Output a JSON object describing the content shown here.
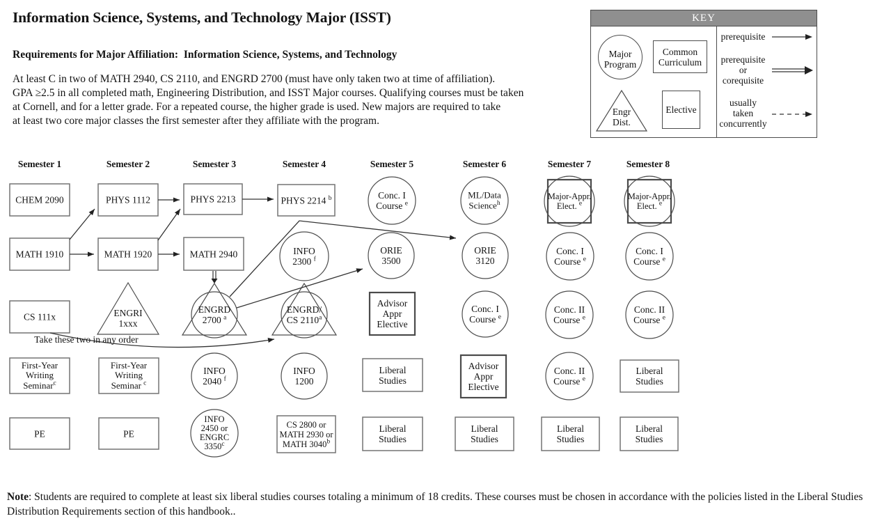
{
  "header": {
    "title": "Information Science, Systems, and Technology Major (ISST)",
    "subtitle": "Requirements for Major Affiliation:  Information Science, Systems, and Technology",
    "body": "At least C in two of MATH 2940, CS 2110, and ENGRD 2700 (must have only taken two at time of affiliation).\nGPA ≥2.5 in all completed math, Engineering Distribution, and ISST Major courses. Qualifying courses must be taken\nat Cornell, and for a letter grade. For a repeated course, the higher grade is used. New majors are required to take\nat least two core major classes the first semester after they affiliate with the program."
  },
  "key": {
    "title": "KEY",
    "shapes": [
      {
        "name": "major-program",
        "shape": "circle",
        "label": "Major\nProgram"
      },
      {
        "name": "common-curriculum",
        "shape": "rectangle",
        "label": "Common\nCurriculum"
      },
      {
        "name": "engineering-distribution",
        "shape": "triangle",
        "label": "Engr\nDist."
      },
      {
        "name": "elective",
        "shape": "square",
        "label": "Elective"
      }
    ],
    "arrows": [
      {
        "style": "solid",
        "label": "prerequisite"
      },
      {
        "style": "double",
        "label": "prerequisite\nor\ncorequisite"
      },
      {
        "style": "dashed",
        "label": "usually\ntaken\nconcurrently"
      }
    ]
  },
  "diagram": {
    "semesters": [
      "Semester 1",
      "Semester 2",
      "Semester 3",
      "Semester 4",
      "Semester 5",
      "Semester 6",
      "Semester 7",
      "Semester 8"
    ],
    "order_note": "Take these two in any order",
    "nodes": [
      {
        "id": "chem2090",
        "semester": 1,
        "shape": "rect",
        "lines": [
          "CHEM 2090"
        ]
      },
      {
        "id": "phys1112",
        "semester": 2,
        "shape": "rect",
        "lines": [
          "PHYS 1112"
        ]
      },
      {
        "id": "phys2213",
        "semester": 3,
        "shape": "rect",
        "lines": [
          "PHYS 2213"
        ]
      },
      {
        "id": "phys2214",
        "semester": 4,
        "shape": "rect",
        "lines": [
          "PHYS 2214 ^b"
        ]
      },
      {
        "id": "conc1_s5",
        "semester": 5,
        "shape": "circle",
        "lines": [
          "Conc. I",
          "Course ^e"
        ]
      },
      {
        "id": "mldata",
        "semester": 6,
        "shape": "circle",
        "lines": [
          "ML/Data",
          "Science^h"
        ]
      },
      {
        "id": "majorappr_s7",
        "semester": 7,
        "shape": "circle-square",
        "lines": [
          "Major-Appr.",
          "Elect. ^e"
        ]
      },
      {
        "id": "majorappr_s8",
        "semester": 8,
        "shape": "circle-square",
        "lines": [
          "Major-Appr.",
          "Elect. ^e"
        ]
      },
      {
        "id": "math1910",
        "semester": 1,
        "shape": "rect",
        "lines": [
          "MATH 1910"
        ]
      },
      {
        "id": "math1920",
        "semester": 2,
        "shape": "rect",
        "lines": [
          "MATH 1920"
        ]
      },
      {
        "id": "math2940",
        "semester": 3,
        "shape": "rect",
        "lines": [
          "MATH 2940"
        ]
      },
      {
        "id": "info2300",
        "semester": 4,
        "shape": "circle",
        "lines": [
          "INFO",
          "2300 ^f"
        ]
      },
      {
        "id": "orie3500",
        "semester": 5,
        "shape": "circle",
        "lines": [
          "ORIE",
          "3500"
        ]
      },
      {
        "id": "orie3120",
        "semester": 6,
        "shape": "circle",
        "lines": [
          "ORIE",
          "3120"
        ]
      },
      {
        "id": "conc1_s7",
        "semester": 7,
        "shape": "circle",
        "lines": [
          "Conc. I",
          "Course ^e"
        ]
      },
      {
        "id": "conc1_s8",
        "semester": 8,
        "shape": "circle",
        "lines": [
          "Conc. I",
          "Course ^e"
        ]
      },
      {
        "id": "cs111x",
        "semester": 1,
        "shape": "rect",
        "lines": [
          "CS 111x"
        ]
      },
      {
        "id": "engri1xxx",
        "semester": 2,
        "shape": "triangle",
        "lines": [
          "ENGRI",
          "1xxx"
        ]
      },
      {
        "id": "engrd2700",
        "semester": 3,
        "shape": "circle-triangle",
        "lines": [
          "ENGRD",
          "2700 ^a"
        ]
      },
      {
        "id": "engrdcs2110",
        "semester": 4,
        "shape": "circle-triangle",
        "lines": [
          "ENGRD/",
          "CS 2110^a"
        ]
      },
      {
        "id": "advisor_s5",
        "semester": 5,
        "shape": "rect-thick",
        "lines": [
          "Advisor",
          "Appr",
          "Elective"
        ]
      },
      {
        "id": "conc1_s6",
        "semester": 6,
        "shape": "circle",
        "lines": [
          "Conc. I",
          "Course ^e"
        ]
      },
      {
        "id": "conc2_s7a",
        "semester": 7,
        "shape": "circle",
        "lines": [
          "Conc. II",
          "Course ^e"
        ]
      },
      {
        "id": "conc2_s8",
        "semester": 8,
        "shape": "circle",
        "lines": [
          "Conc. II",
          "Course ^e"
        ]
      },
      {
        "id": "fyws1",
        "semester": 1,
        "shape": "rect",
        "lines": [
          "First-Year",
          "Writing",
          "Seminar^c"
        ]
      },
      {
        "id": "fyws2",
        "semester": 2,
        "shape": "rect",
        "lines": [
          "First-Year",
          "Writing",
          "Seminar ^c"
        ]
      },
      {
        "id": "info2040",
        "semester": 3,
        "shape": "circle",
        "lines": [
          "INFO",
          "2040 ^f"
        ]
      },
      {
        "id": "info1200",
        "semester": 4,
        "shape": "circle",
        "lines": [
          "INFO",
          "1200"
        ]
      },
      {
        "id": "libstud_s5a",
        "semester": 5,
        "shape": "rect",
        "lines": [
          "Liberal",
          "Studies"
        ]
      },
      {
        "id": "advisor_s6",
        "semester": 6,
        "shape": "rect-thick",
        "lines": [
          "Advisor",
          "Appr",
          "Elective"
        ]
      },
      {
        "id": "conc2_s7b",
        "semester": 7,
        "shape": "circle",
        "lines": [
          "Conc. II",
          "Course ^e"
        ]
      },
      {
        "id": "libstud_s8a",
        "semester": 8,
        "shape": "rect",
        "lines": [
          "Liberal",
          "Studies"
        ]
      },
      {
        "id": "pe1",
        "semester": 1,
        "shape": "rect",
        "lines": [
          "PE"
        ]
      },
      {
        "id": "pe2",
        "semester": 2,
        "shape": "rect",
        "lines": [
          "PE"
        ]
      },
      {
        "id": "info2450",
        "semester": 3,
        "shape": "circle",
        "lines": [
          "INFO",
          "2450 or",
          "ENGRC",
          "3350^c"
        ]
      },
      {
        "id": "cs2800",
        "semester": 4,
        "shape": "rect",
        "lines": [
          "CS 2800 or",
          "MATH 2930 or",
          "MATH 3040^b"
        ]
      },
      {
        "id": "libstud_s5b",
        "semester": 5,
        "shape": "rect",
        "lines": [
          "Liberal",
          "Studies"
        ]
      },
      {
        "id": "libstud_s6",
        "semester": 6,
        "shape": "rect",
        "lines": [
          "Liberal",
          "Studies"
        ]
      },
      {
        "id": "libstud_s7",
        "semester": 7,
        "shape": "rect",
        "lines": [
          "Liberal",
          "Studies"
        ]
      },
      {
        "id": "libstud_s8b",
        "semester": 8,
        "shape": "rect",
        "lines": [
          "Liberal",
          "Studies"
        ]
      }
    ],
    "edges": [
      {
        "from": "MATH 1910",
        "to": "MATH 1920",
        "style": "prerequisite"
      },
      {
        "from": "MATH 1910",
        "to": "PHYS 1112",
        "style": "prerequisite"
      },
      {
        "from": "PHYS 1112",
        "to": "PHYS 2213",
        "style": "prerequisite"
      },
      {
        "from": "MATH 1920",
        "to": "PHYS 2213",
        "style": "prerequisite"
      },
      {
        "from": "MATH 1920",
        "to": "MATH 2940",
        "style": "prerequisite"
      },
      {
        "from": "PHYS 2213",
        "to": "PHYS 2214",
        "style": "prerequisite"
      },
      {
        "from": "MATH 2940",
        "to": "ENGRD 2700",
        "style": "prerequisite or corequisite"
      },
      {
        "from": "ENGRD 2700",
        "to": "ORIE 3500",
        "style": "prerequisite"
      },
      {
        "from": "ENGRD 2700",
        "to": "ORIE 3120",
        "style": "prerequisite"
      },
      {
        "from": "CS 111x",
        "to": "ENGRD/CS 2110",
        "style": "prerequisite"
      }
    ]
  },
  "note": {
    "label": "Note",
    "text": ": Students are required to complete at least six liberal studies courses totaling a minimum of 18 credits.  These courses must be chosen in accordance with the policies listed in the Liberal Studies Distribution Requirements section of this handbook.."
  }
}
